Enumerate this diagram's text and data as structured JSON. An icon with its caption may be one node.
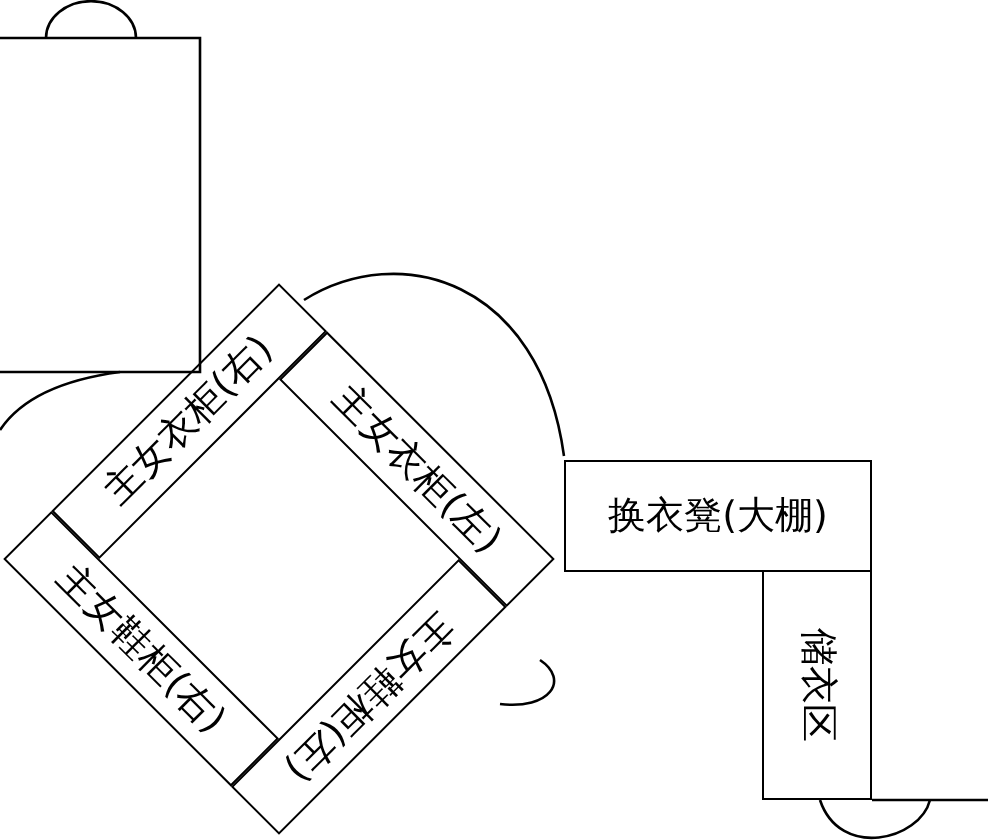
{
  "diagram": {
    "nodes": [
      {
        "text": [
          "主女衣柜(右)"
        ]
      },
      {
        "text": [
          "主女衣柜(左)"
        ]
      },
      {
        "text": [
          "主女鞋柜(右)"
        ]
      },
      {
        "text": [
          "主女鞋柜(左)"
        ]
      },
      {
        "text": [
          "换衣凳(大棚)"
        ]
      },
      {
        "text": [
          "储衣区"
        ]
      }
    ],
    "edges": []
  }
}
